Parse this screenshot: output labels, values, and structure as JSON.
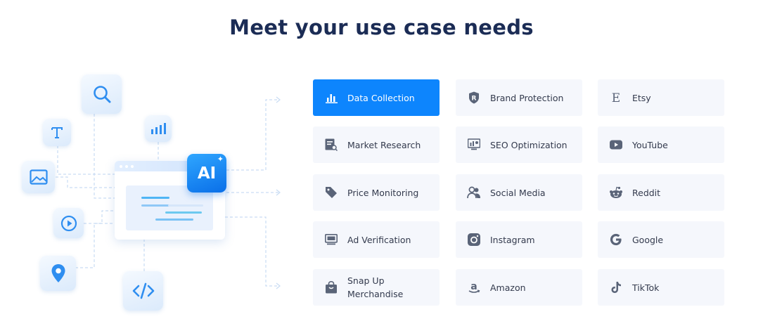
{
  "heading": "Meet your use case needs",
  "illustration": {
    "ai_badge": "AI",
    "icons": [
      "search-icon",
      "text-icon",
      "bar-chart-icon",
      "image-icon",
      "play-icon",
      "location-pin-icon",
      "code-icon"
    ]
  },
  "colors": {
    "accent": "#0d85fd",
    "card_bg": "#f5f7fc",
    "heading": "#1b2c55",
    "icon": "#5a6478"
  },
  "use_cases": [
    [
      {
        "label": "Data Collection",
        "icon": "bar-chart-icon",
        "active": true
      },
      {
        "label": "Brand Protection",
        "icon": "shield-r-icon",
        "active": false
      },
      {
        "label": "Etsy",
        "icon": "etsy-icon",
        "active": false
      }
    ],
    [
      {
        "label": "Market Research",
        "icon": "report-search-icon",
        "active": false
      },
      {
        "label": "SEO Optimization",
        "icon": "seo-monitor-icon",
        "active": false
      },
      {
        "label": "YouTube",
        "icon": "youtube-icon",
        "active": false
      }
    ],
    [
      {
        "label": "Price Monitoring",
        "icon": "price-tag-icon",
        "active": false
      },
      {
        "label": "Social Media",
        "icon": "people-icon",
        "active": false
      },
      {
        "label": "Reddit",
        "icon": "reddit-icon",
        "active": false
      }
    ],
    [
      {
        "label": "Ad Verification",
        "icon": "monitor-icon",
        "active": false
      },
      {
        "label": "Instagram",
        "icon": "instagram-icon",
        "active": false
      },
      {
        "label": "Google",
        "icon": "google-icon",
        "active": false
      }
    ],
    [
      {
        "label": "Snap Up\nMerchandise",
        "icon": "shopping-bag-icon",
        "active": false
      },
      {
        "label": "Amazon",
        "icon": "amazon-icon",
        "active": false
      },
      {
        "label": "TikTok",
        "icon": "tiktok-icon",
        "active": false
      }
    ]
  ]
}
